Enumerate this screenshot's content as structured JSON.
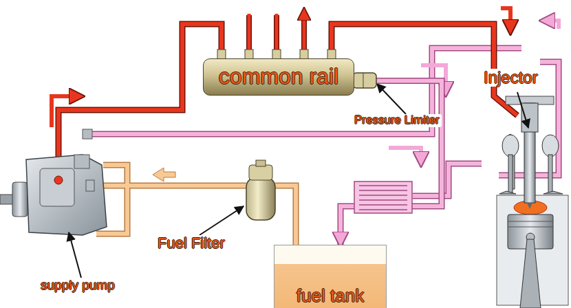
{
  "diagram": {
    "nodes": [
      {
        "text": [
          "common rail"
        ]
      },
      {
        "text": [
          "fuel tank"
        ]
      }
    ],
    "edges": [
      {
        "from": 0,
        "to": 1,
        "arrow": "to"
      }
    ],
    "labels": [
      "Injector",
      "Pressure Limiter",
      "Fuel Filter",
      "supply pump"
    ]
  }
}
